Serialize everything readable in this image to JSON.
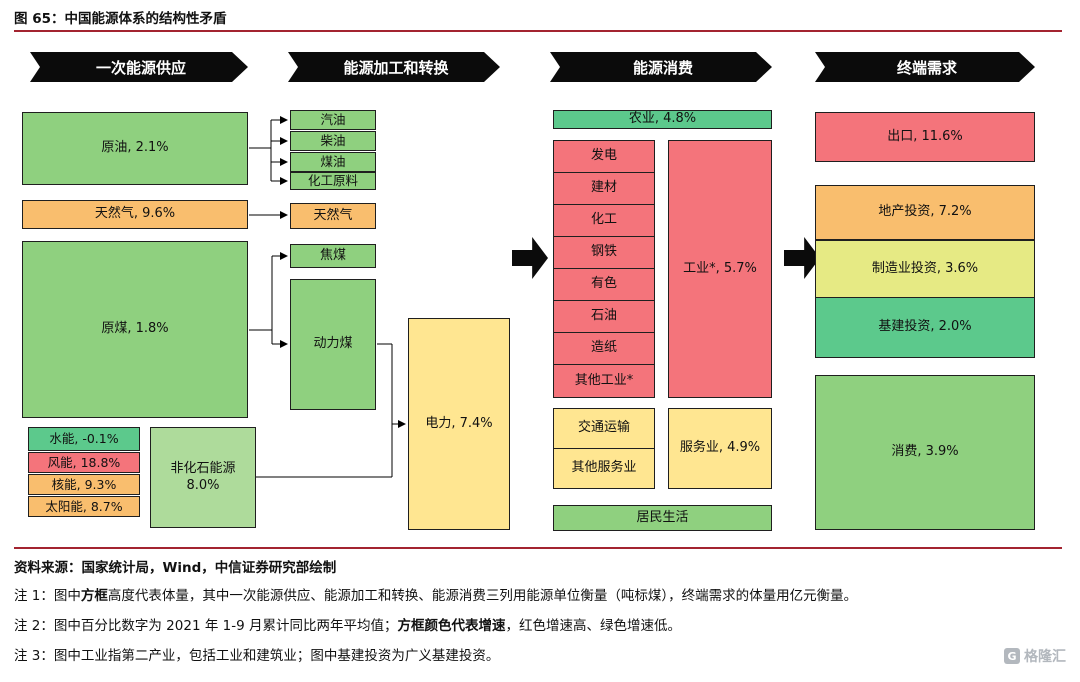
{
  "figure_title": "图 65：中国能源体系的结构性矛盾",
  "headers": [
    "一次能源供应",
    "能源加工和转换",
    "能源消费",
    "终端需求"
  ],
  "supply": {
    "crude_oil": "原油, 2.1%",
    "natural_gas": "天然气, 9.6%",
    "raw_coal": "原煤, 1.8%",
    "hydro": "水能, -0.1%",
    "wind": "风能, 18.8%",
    "nuclear": "核能, 9.3%",
    "solar": "太阳能, 8.7%",
    "non_fossil_line1": "非化石能源",
    "non_fossil_line2": "8.0%"
  },
  "processing": {
    "gasoline": "汽油",
    "diesel": "柴油",
    "kerosene": "煤油",
    "chemical_feedstock": "化工原料",
    "natural_gas": "天然气",
    "coking_coal": "焦煤",
    "thermal_coal": "动力煤",
    "electricity": "电力, 7.4%"
  },
  "consumption": {
    "agriculture": "农业, 4.8%",
    "industry_items": [
      "发电",
      "建材",
      "化工",
      "钢铁",
      "有色",
      "石油",
      "造纸",
      "其他工业*"
    ],
    "industry_total": "工业*, 5.7%",
    "transport": "交通运输",
    "other_services": "其他服务业",
    "services_total": "服务业, 4.9%",
    "residential": "居民生活"
  },
  "demand": {
    "export": "出口, 11.6%",
    "property_investment": "地产投资, 7.2%",
    "manufacturing_investment": "制造业投资, 3.6%",
    "infrastructure_investment": "基建投资, 2.0%",
    "consumption": "消费, 3.9%"
  },
  "footer": {
    "source": "资料来源：国家统计局，Wind，中信证券研究部绘制",
    "notes_segments": [
      [
        {
          "t": "注 1：图中",
          "b": false
        },
        {
          "t": "方框",
          "b": true
        },
        {
          "t": "高度代表体量，其中一次能源供应、能源加工和转换、能源消费三列用能源单位衡量（吨标煤），终端需求的体量用亿元衡量。",
          "b": false
        }
      ],
      [
        {
          "t": "注 2：图中百分比数字为 2021 年 1-9 月累计同比两年平均值；",
          "b": false
        },
        {
          "t": "方框颜色代表增速",
          "b": true
        },
        {
          "t": "，红色增速高、绿色增速低。",
          "b": false
        }
      ],
      [
        {
          "t": "注 3：图中工业指第二产业，包括工业和建筑业；图中基建投资为广义基建投资。",
          "b": false
        }
      ]
    ],
    "logo_letter": "G",
    "logo_text": "格隆汇"
  },
  "colors": {
    "rule": "#A32430",
    "banner": "#0B0B0B",
    "green": "#8FD07F",
    "teal": "#5CC98C",
    "lightgreen": "#AEDB9B",
    "orange": "#F9BE6E",
    "red": "#F4747B",
    "yellow": "#FFE691",
    "yellow_green": "#E6EA84"
  }
}
